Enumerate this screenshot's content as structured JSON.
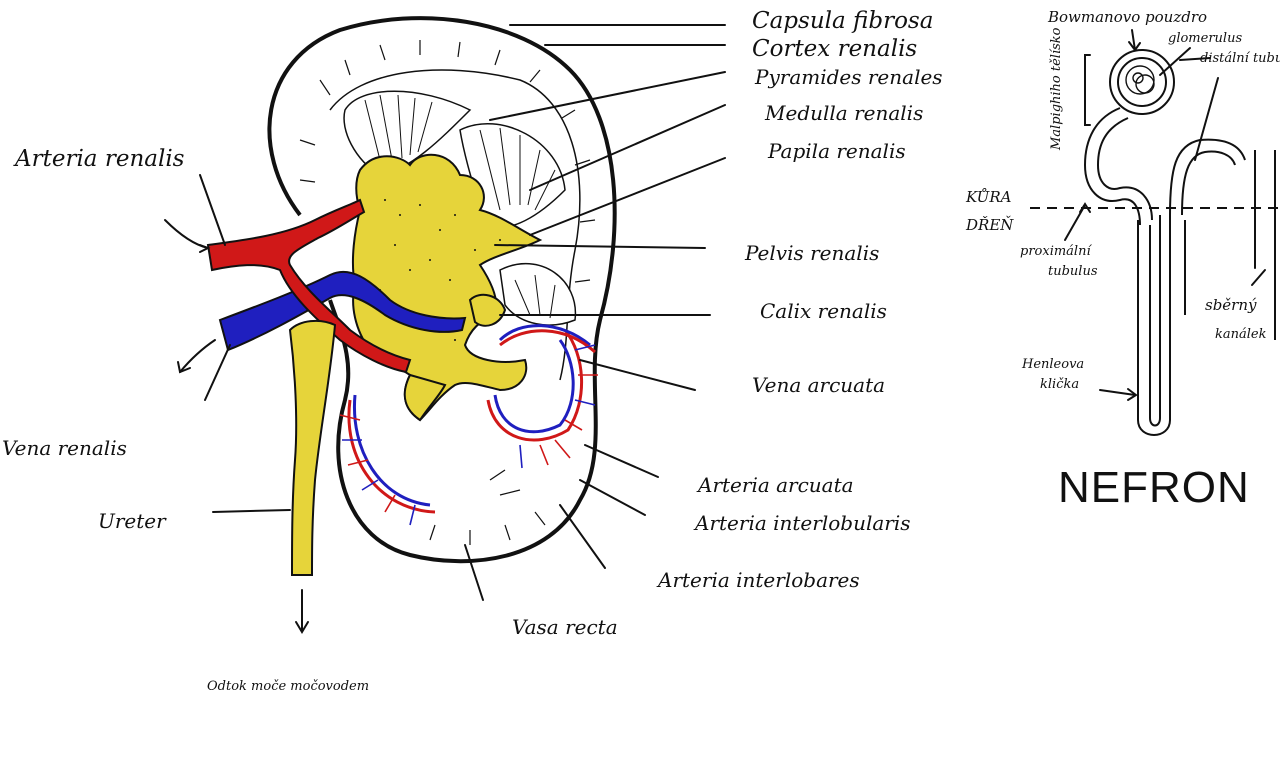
{
  "kidney_labels": {
    "capsula_fibrosa": "Capsula fibrosa",
    "cortex_renalis": "Cortex renalis",
    "pyramides_renales": "Pyramides renales",
    "medulla_renalis": "Medulla renalis",
    "papila_renalis": "Papila renalis",
    "pelvis_renalis": "Pelvis renalis",
    "calix_renalis": "Calix renalis",
    "vena_arcuata": "Vena arcuata",
    "arteria_arcuata": "Arteria arcuata",
    "arteria_interlobularis": "Arteria interlobularis",
    "arteria_interlobares": "Arteria interlobares",
    "vasa_recta": "Vasa recta",
    "arteria_renalis": "Arteria renalis",
    "vena_renalis": "Vena renalis",
    "ureter": "Ureter",
    "odtok": "Odtok moče močovodem"
  },
  "nephron_labels": {
    "title": "NEFRON",
    "bowmanovo_pouzdro": "Bowmanovo pouzdro",
    "glomerulus": "glomerulus",
    "distalni_tubulus": "distální tubulus",
    "malpighiho_telisko": "Malpighiho tělísko",
    "kura": "KŮRA",
    "dren": "DŘEŇ",
    "proximalni_tubulus_1": "proximální",
    "proximalni_tubulus_2": "tubulus",
    "sberny_kanalek_1": "sběrný",
    "sberny_kanalek_2": "kanálek",
    "henleova_klicka_1": "Henleova",
    "henleova_klicka_2": "klička"
  },
  "colors": {
    "urine_yellow": "#e6d43a",
    "artery_red": "#d01818",
    "vein_blue": "#1f1fbf",
    "outline": "#111111"
  }
}
